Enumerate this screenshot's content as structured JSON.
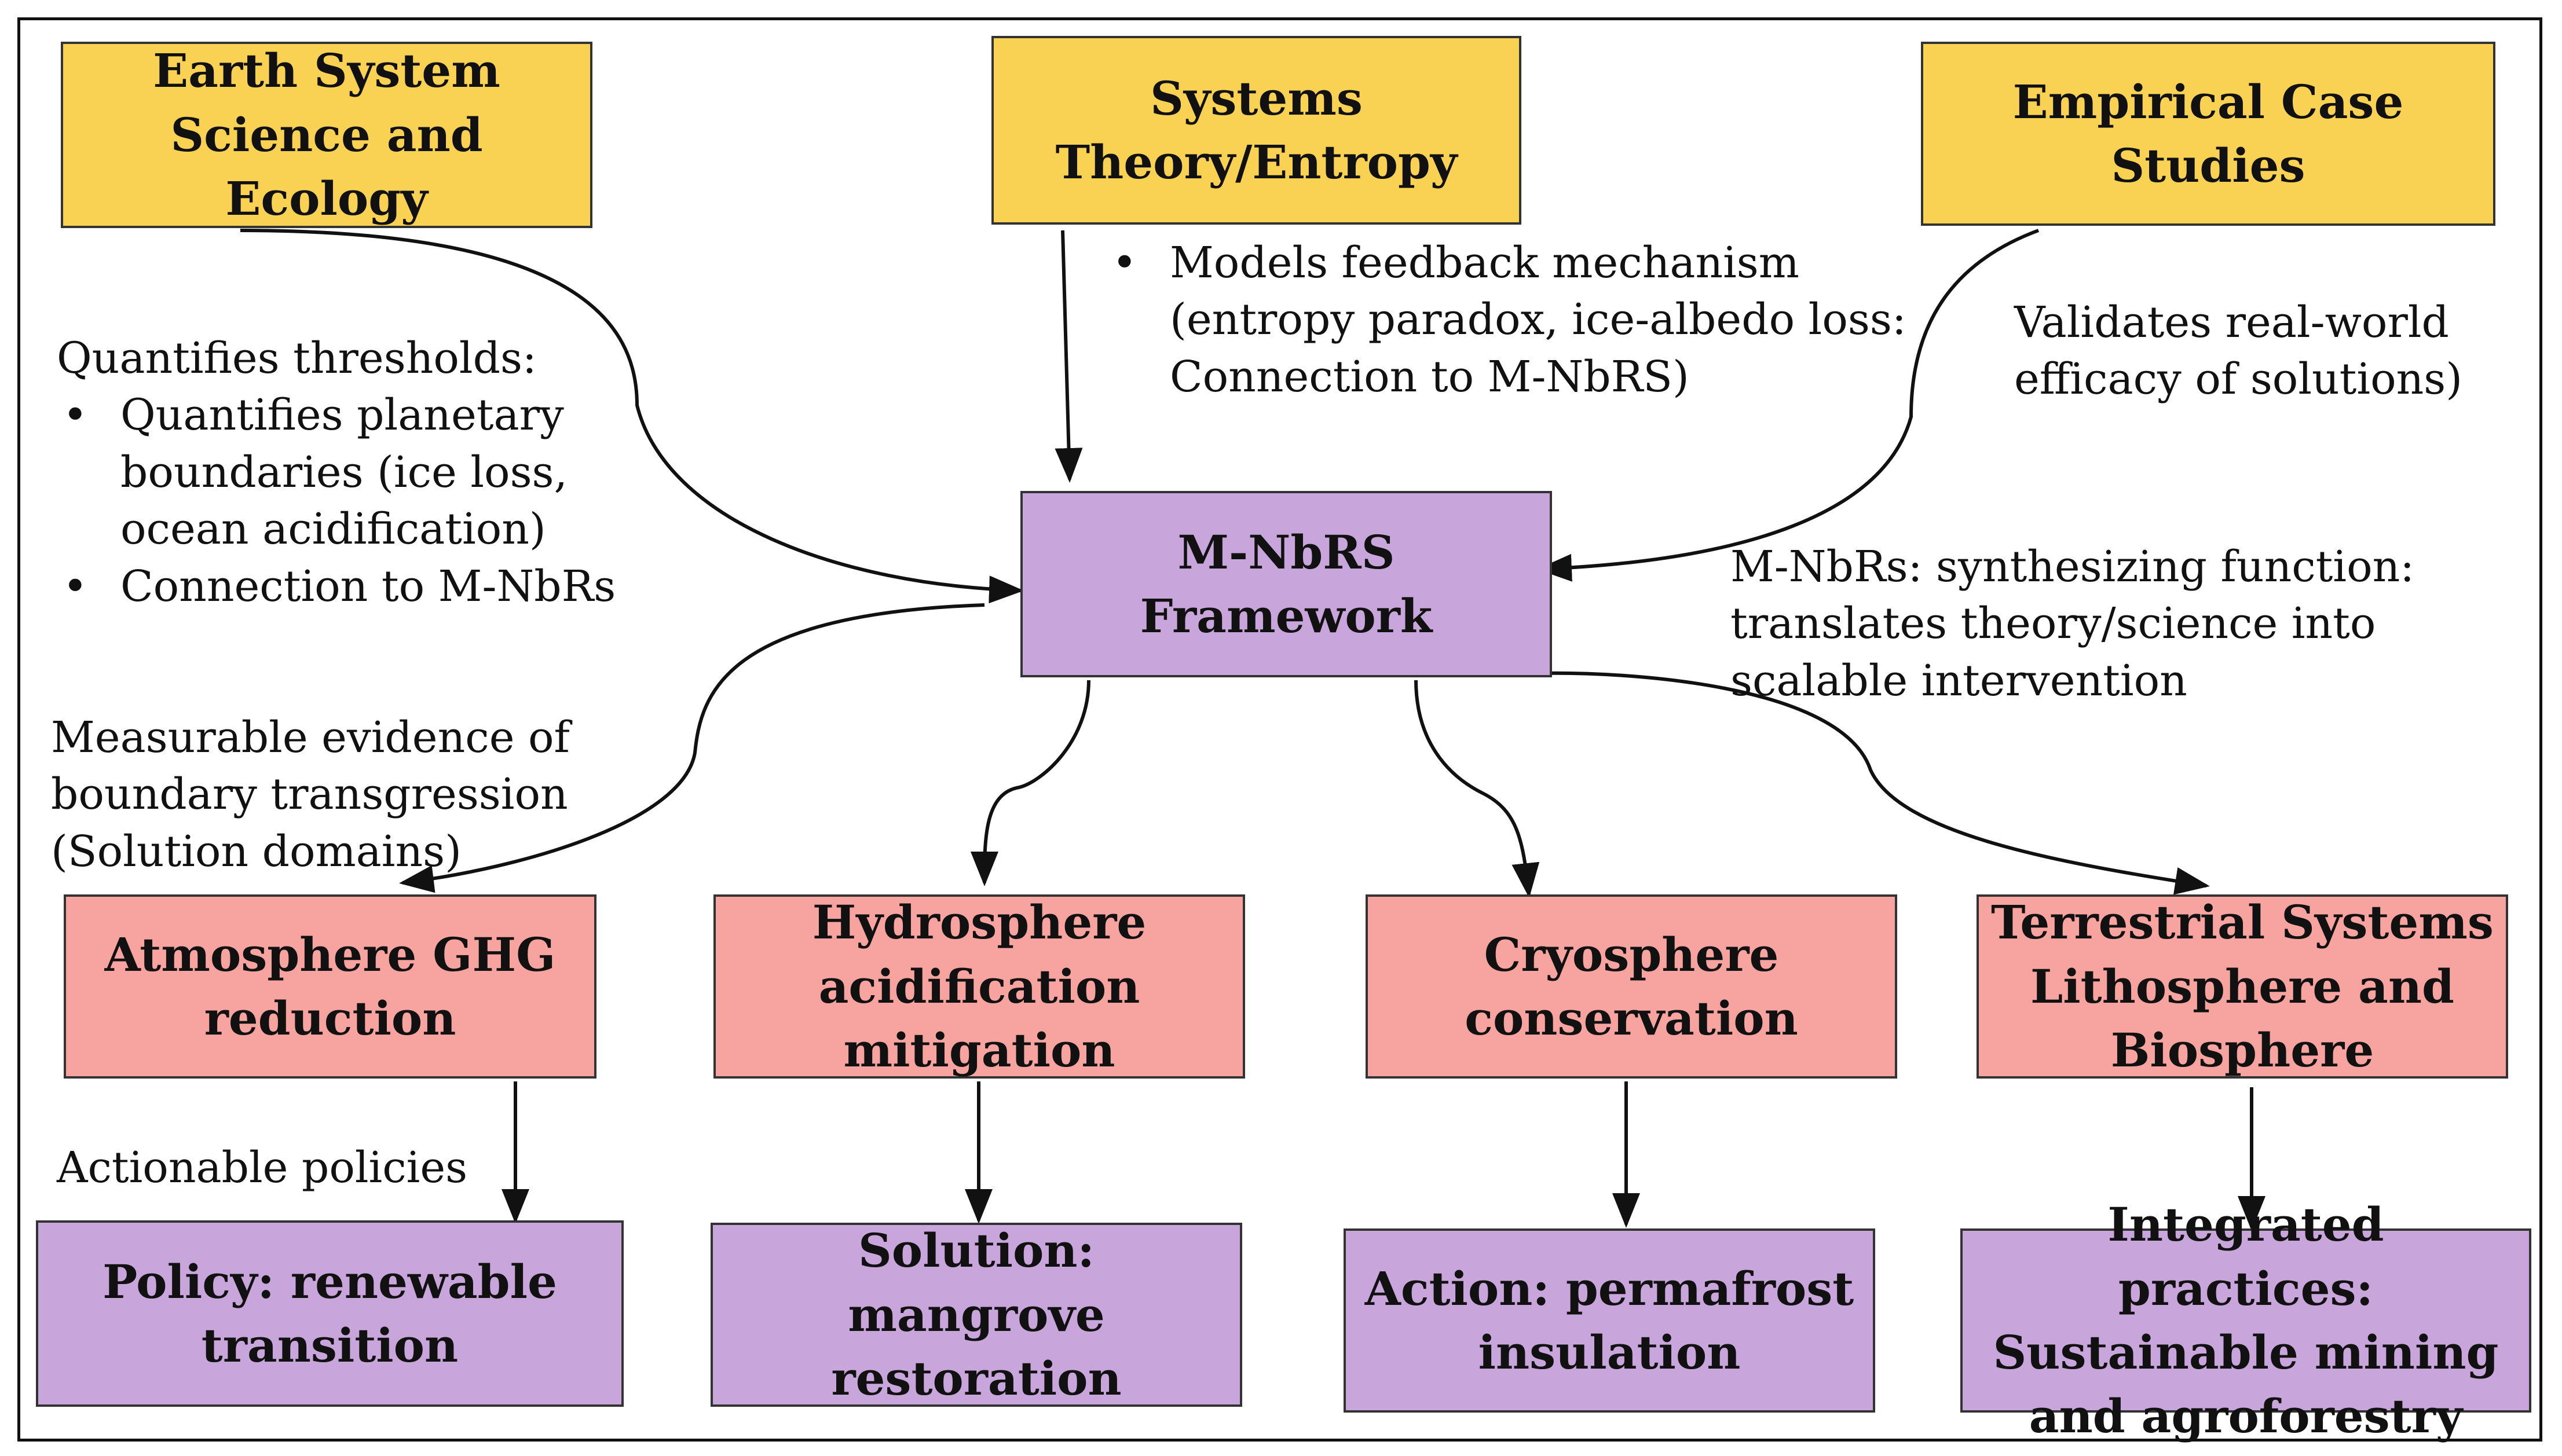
{
  "colors": {
    "source_box": "#f9d253",
    "framework_box": "#c8a5da",
    "domain_box": "#f7a39f",
    "outcome_box": "#c8a5da",
    "arrow": "#111111"
  },
  "sources": {
    "earth_system": [
      "Earth System",
      "Science and Ecology"
    ],
    "systems_theory": [
      "Systems",
      "Theory/Entropy"
    ],
    "empirical": [
      "Empirical Case",
      "Studies"
    ]
  },
  "framework": [
    "M-NbRS",
    "Framework"
  ],
  "domains": {
    "atmosphere": [
      "Atmosphere GHG",
      "reduction"
    ],
    "hydrosphere": [
      "Hydrosphere",
      "acidification",
      "mitigation"
    ],
    "cryosphere": [
      "Cryosphere",
      "conservation"
    ],
    "terrestrial": [
      "Terrestrial Systems",
      "Lithosphere and",
      "Biosphere"
    ]
  },
  "outcomes": {
    "policy": [
      "Policy: renewable",
      "transition"
    ],
    "solution": [
      "Solution: mangrove",
      "restoration"
    ],
    "action": [
      "Action: permafrost",
      "insulation"
    ],
    "integrated": [
      "Integrated practices:",
      "Sustainable mining",
      "and agroforestry"
    ]
  },
  "annotations": {
    "thresholds": {
      "heading": "Quantifies thresholds:",
      "bullet1": [
        "Quantifies planetary",
        "boundaries (ice loss,",
        "ocean acidification)"
      ],
      "bullet2": "Connection to  M-NbRs"
    },
    "feedback": [
      "Models feedback mechanism",
      "(entropy paradox, ice-albedo loss:",
      "Connection to M-NbRS)"
    ],
    "validates": [
      "Validates real-world",
      "efficacy of solutions)"
    ],
    "synthesizing": [
      "M-NbRs: synthesizing function:",
      "translates theory/science into",
      "scalable intervention"
    ],
    "evidence": [
      "Measurable evidence of",
      "boundary transgression",
      "(Solution domains)"
    ],
    "actionable": "Actionable policies"
  }
}
